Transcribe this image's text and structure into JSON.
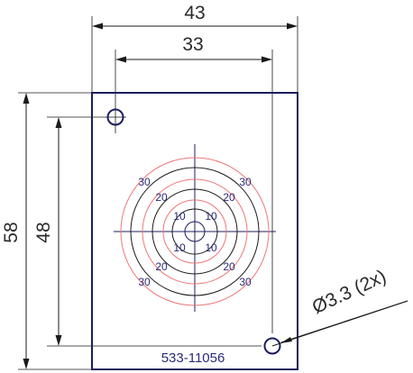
{
  "dimensions": {
    "overall_width": "43",
    "hole_spacing_width": "33",
    "overall_height": "58",
    "hole_spacing_height": "48",
    "hole_callout": "Ø3.3 (2x)"
  },
  "pattern_labels": {
    "inner": "10",
    "middle": "20",
    "outer": "30"
  },
  "part_number": "533-11056",
  "colors": {
    "outline": "#1c1c5e",
    "dimension": "#1a1a1a",
    "red_ring": "#ee7777",
    "label_text": "#2a2a7a"
  }
}
